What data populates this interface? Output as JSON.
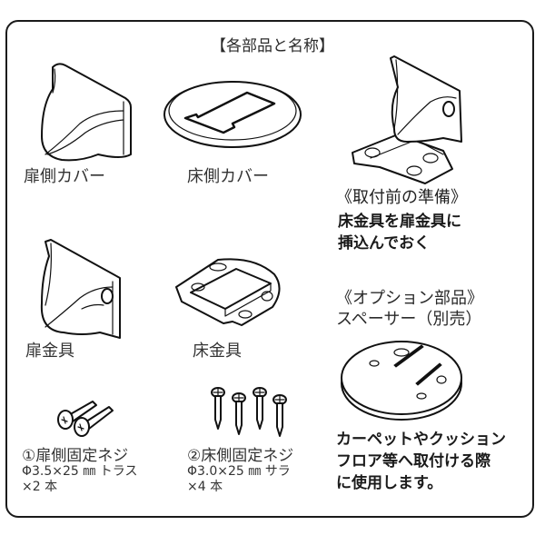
{
  "title": "【各部品と名称】",
  "parts": [
    {
      "id": "door-cover",
      "label": "扉側カバー"
    },
    {
      "id": "floor-cover",
      "label": "床側カバー"
    },
    {
      "id": "door-bracket",
      "label": "扉金具"
    },
    {
      "id": "floor-bracket",
      "label": "床金具"
    }
  ],
  "preparation": {
    "heading": "《取付前の準備》",
    "lines": [
      "床金具を扉金具に",
      "挿込んでおく"
    ]
  },
  "option": {
    "heading": "《オプション部品》",
    "name": "スペーサー（別売）",
    "lines": [
      "カーペットやクッション",
      "フロア等へ取付ける際",
      "に使用します。"
    ]
  },
  "screws": [
    {
      "title": "①扉側固定ネジ",
      "spec": "Φ3.5×25 ㎜ トラス",
      "qty": "×2 本"
    },
    {
      "title": "②床側固定ネジ",
      "spec": "Φ3.0×25 ㎜ サラ",
      "qty": "×4 本"
    }
  ]
}
